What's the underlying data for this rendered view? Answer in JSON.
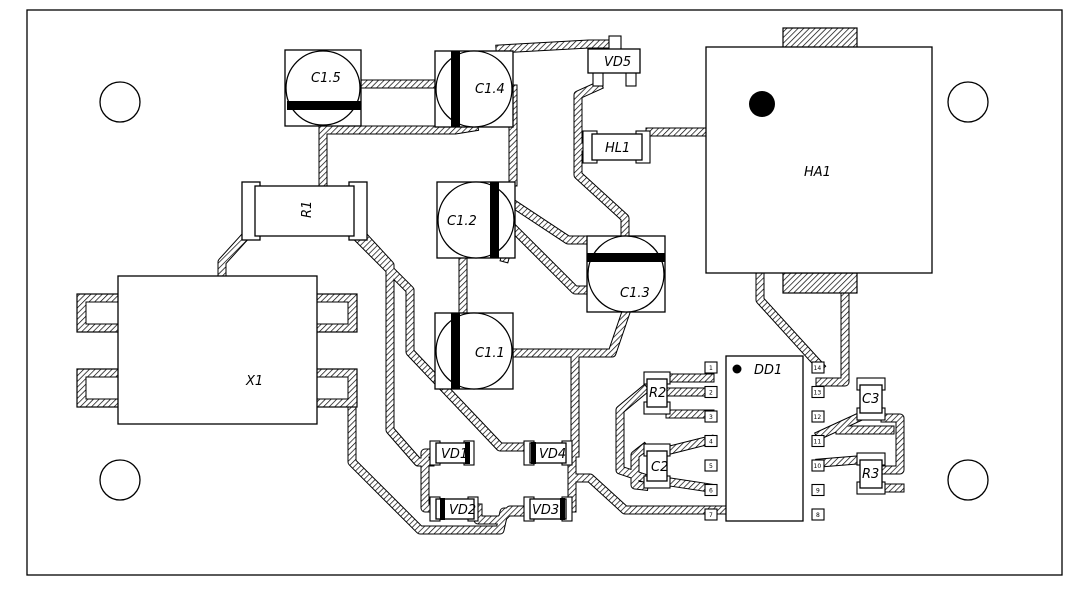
{
  "labels": {
    "C15": "C1.5",
    "C14": "C1.4",
    "C12": "C1.2",
    "C13": "C1.3",
    "C11": "C1.1",
    "VD5": "VD5",
    "HL1": "HL1",
    "HA1": "HA1",
    "R1": "R1",
    "X1": "X1",
    "VD1": "VD1",
    "VD2": "VD2",
    "VD3": "VD3",
    "VD4": "VD4",
    "R2": "R2",
    "C2": "C2",
    "DD1": "DD1",
    "C3": "C3",
    "R3": "R3"
  },
  "dd1_pins": {
    "left": [
      "1",
      "2",
      "3",
      "4",
      "5",
      "6",
      "7"
    ],
    "right": [
      "14",
      "13",
      "12",
      "11",
      "10",
      "9",
      "8"
    ]
  },
  "colors": {
    "ink": "#000000",
    "board": "#ffffff"
  }
}
